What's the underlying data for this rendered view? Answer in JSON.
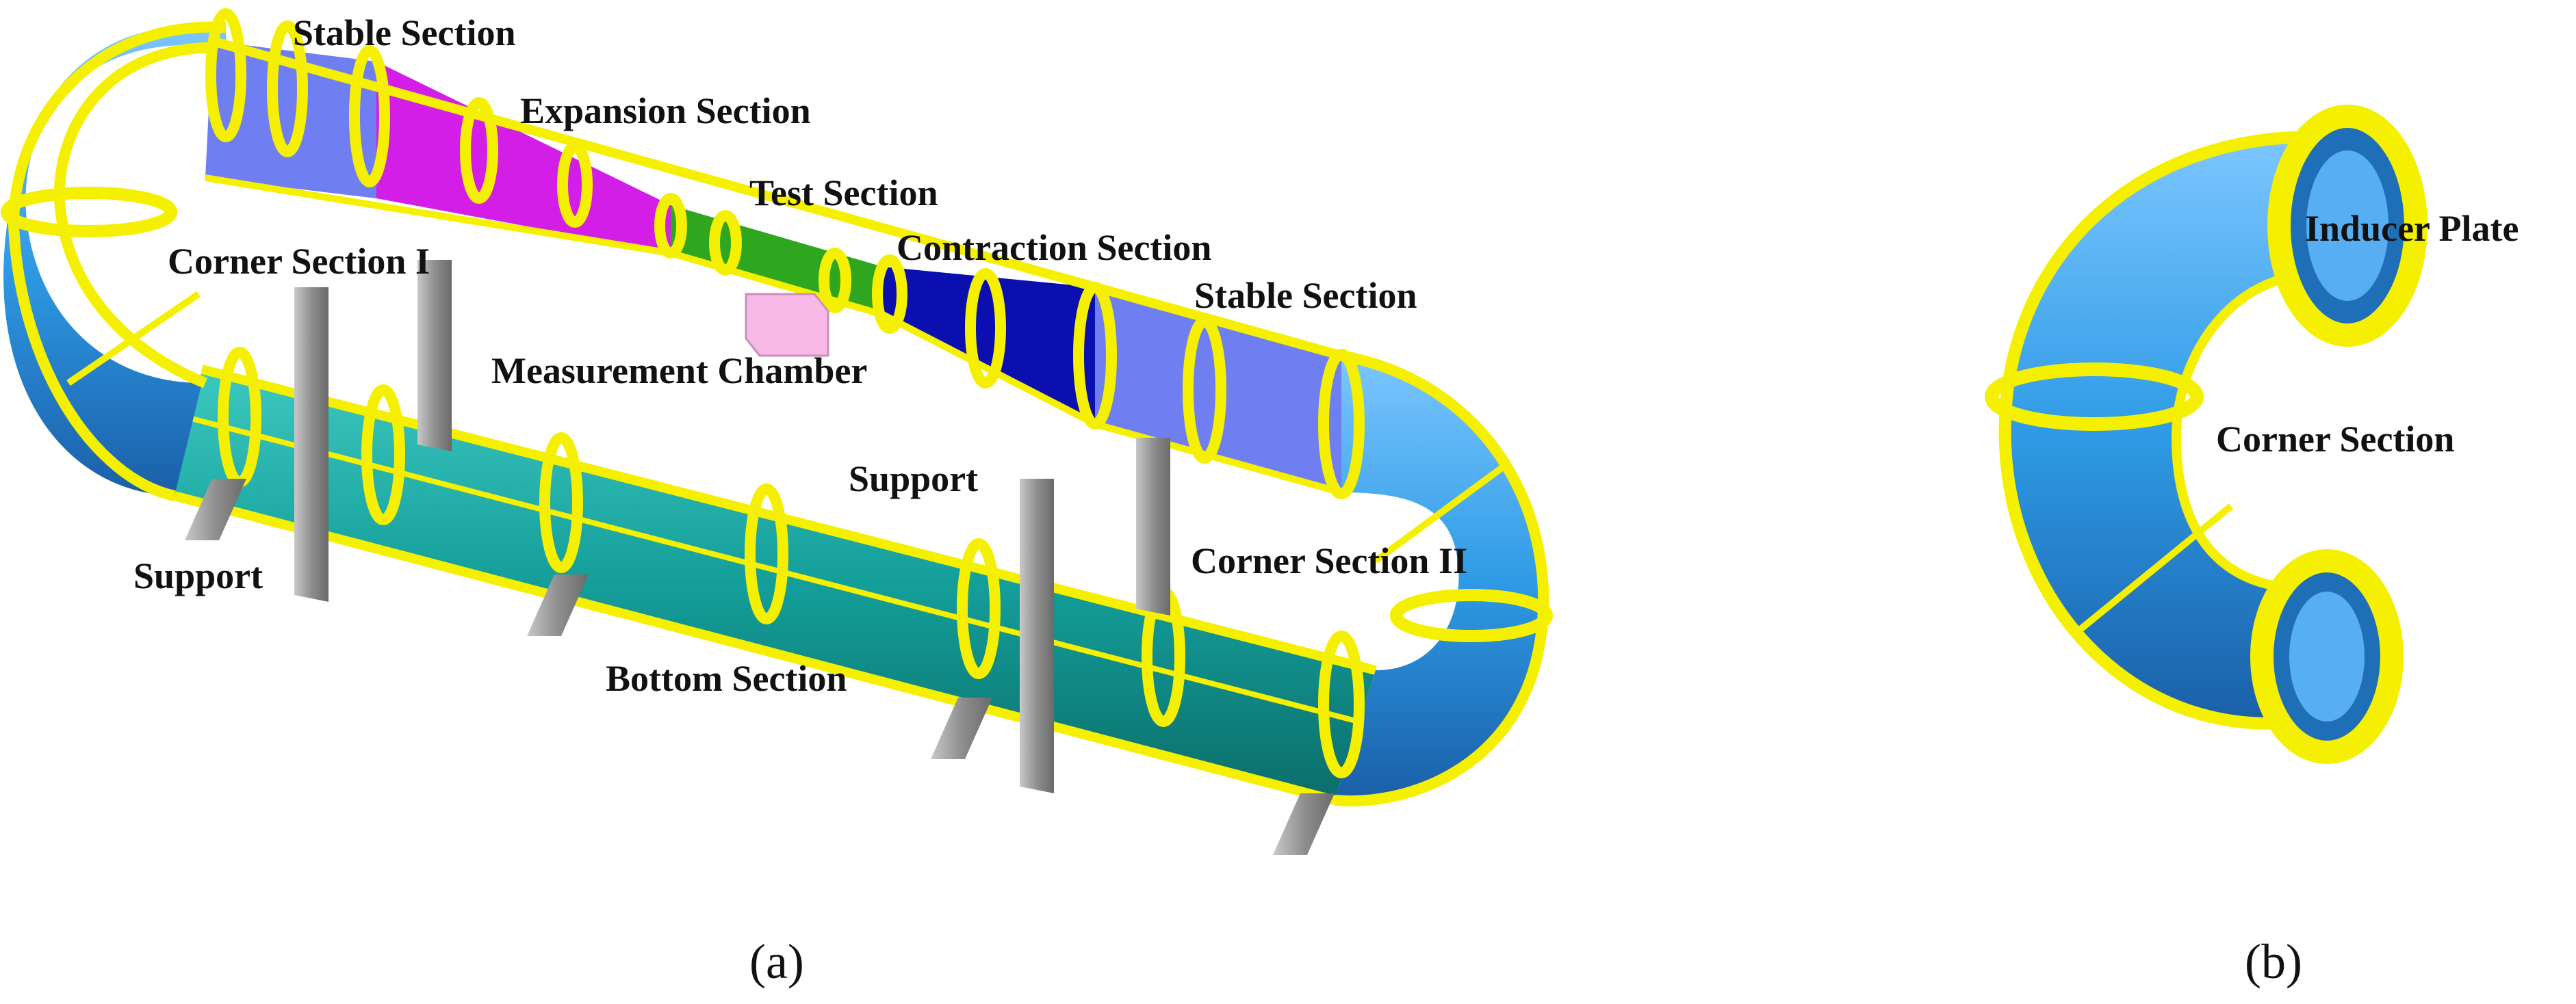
{
  "colors": {
    "ring": "#f4f000",
    "ring_edge": "#8a8600",
    "duct_blue": "#2f9be6",
    "duct_blue_dark": "#1f6fb8",
    "stable": "#6f7ef0",
    "expansion": "#d21ee6",
    "test": "#2ea61f",
    "contraction": "#0c0fb0",
    "bottom": "#149e9a",
    "support": "#9a9a9a",
    "chamber": "#f8b8e8"
  },
  "labels": {
    "stable_top": "Stable Section",
    "expansion": "Expansion Section",
    "test": "Test Section",
    "corner_i": "Corner Section I",
    "contraction": "Contraction Section",
    "stable_right": "Stable Section",
    "measurement": "Measurement Chamber",
    "support_mid": "Support",
    "support_left": "Support",
    "corner_ii": "Corner Section II",
    "bottom": "Bottom Section",
    "inducer": "Inducer Plate",
    "corner": "Corner Section"
  },
  "captions": {
    "a": "(a)",
    "b": "(b)"
  }
}
